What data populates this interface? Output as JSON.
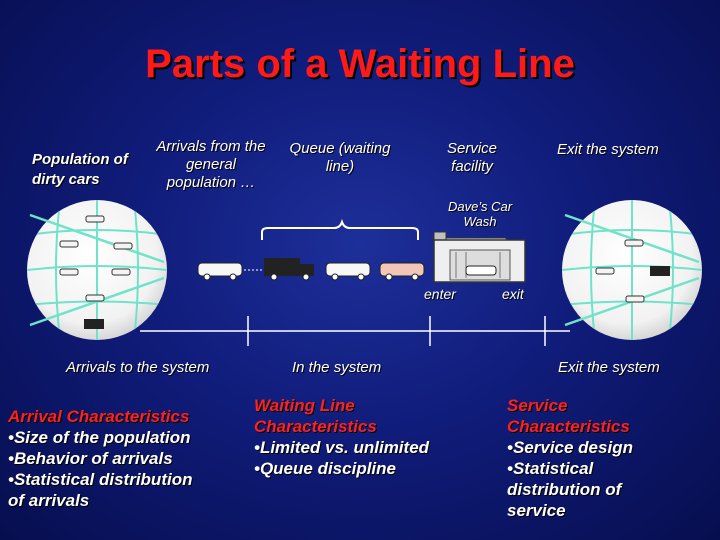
{
  "title": "Parts of a Waiting Line",
  "labels": {
    "population": "Population of dirty cars",
    "arrivals": "Arrivals from the general population …",
    "queue": "Queue (waiting line)",
    "service_facility": "Service facility",
    "exit_top": "Exit the system",
    "car_wash": "Dave’s Car Wash",
    "enter": "enter",
    "exit": "exit"
  },
  "timeline": {
    "arrivals_to_system": "Arrivals to the system",
    "in_system": "In the system",
    "exit_system": "Exit the system"
  },
  "sections": {
    "arrival": {
      "heading": "Arrival Characteristics",
      "items": [
        "•Size of the population",
        "•Behavior of arrivals",
        "•Statistical distribution of arrivals"
      ]
    },
    "waiting": {
      "heading": "Waiting Line Characteristics",
      "items": [
        "•Limited vs. unlimited",
        "•Queue discipline"
      ]
    },
    "service": {
      "heading": "Service Characteristics",
      "items": [
        "•Service design",
        "•Statistical distribution of service"
      ]
    }
  },
  "colors": {
    "title": "#ff1a1a",
    "heading": "#ff2020",
    "grid": "#6fe3c8",
    "sphere": "#ffffff"
  }
}
